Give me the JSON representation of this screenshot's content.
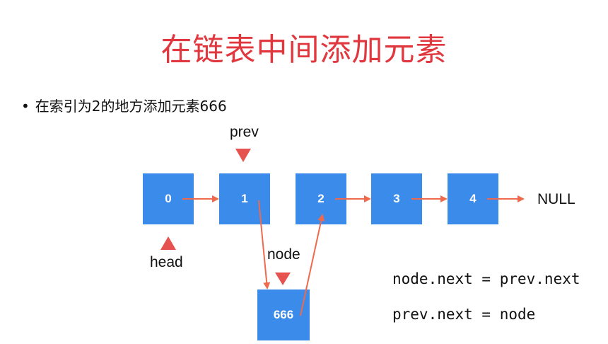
{
  "title": "在链表中间添加元素",
  "bullet": "在索引为2的地方添加元素666",
  "labels": {
    "prev": "prev",
    "head": "head",
    "node": "node",
    "null": "NULL"
  },
  "nodes": [
    "0",
    "1",
    "2",
    "3",
    "4"
  ],
  "new_node": "666",
  "code": [
    "node.next = prev.next",
    "prev.next = node"
  ],
  "colors": {
    "title": "#e0383e",
    "node_fill": "#3b8bea",
    "arrow": "#ef6a4c",
    "pointer": "#e5524f"
  }
}
